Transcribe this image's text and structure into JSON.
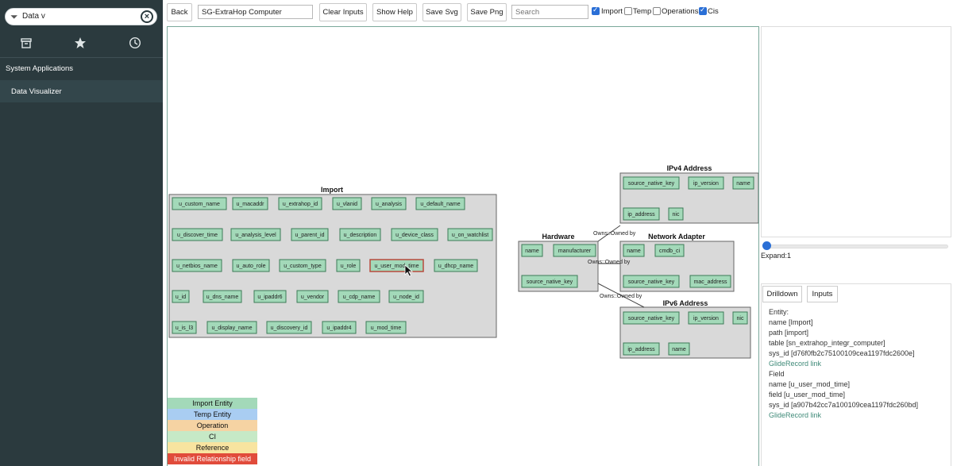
{
  "sidebar": {
    "filter_value": "Data v",
    "nav_icons": [
      "archive-icon",
      "star-icon",
      "clock-icon"
    ],
    "section_title": "System Applications",
    "item_label": "Data Visualizer"
  },
  "toolbar": {
    "back_label": "Back",
    "record_value": "SG-ExtraHop Computer",
    "clear_inputs_label": "Clear Inputs",
    "show_help_label": "Show Help",
    "save_svg_label": "Save Svg",
    "save_png_label": "Save Png",
    "search_placeholder": "Search",
    "checks": [
      {
        "label": "Import",
        "checked": true
      },
      {
        "label": "Temp",
        "checked": false
      },
      {
        "label": "Operations",
        "checked": false
      },
      {
        "label": "Cis",
        "checked": true
      }
    ]
  },
  "diagram": {
    "import_title": "Import",
    "import_rows": [
      [
        "u_custom_name",
        "u_macaddr",
        "u_extrahop_id",
        "u_vlanid",
        "u_analysis",
        "u_default_name"
      ],
      [
        "u_discover_time",
        "u_analysis_level",
        "u_parent_id",
        "u_description",
        "u_device_class",
        "u_on_watchlist"
      ],
      [
        "u_netbios_name",
        "u_auto_role",
        "u_custom_type",
        "u_role",
        "u_user_mod_time",
        "u_dhcp_name"
      ],
      [
        "u_id",
        "u_dns_name",
        "u_ipaddr6",
        "u_vendor",
        "u_cdp_name",
        "u_node_id"
      ],
      [
        "u_is_l3",
        "u_display_name",
        "u_discovery_id",
        "u_ipaddr4",
        "u_mod_time"
      ]
    ],
    "selected_field": "u_user_mod_time",
    "hardware_title": "Hardware",
    "hardware_fields": [
      "name",
      "manufacturer",
      "source_native_key"
    ],
    "ipv4_title": "IPv4 Address",
    "ipv4_fields": [
      "source_native_key",
      "ip_version",
      "name",
      "ip_address",
      "nic"
    ],
    "netadapter_title": "Network Adapter",
    "netadapter_fields": [
      "name",
      "cmdb_ci",
      "source_native_key",
      "mac_address"
    ],
    "ipv6_title": "IPv6 Address",
    "ipv6_fields": [
      "source_native_key",
      "ip_version",
      "nic",
      "ip_address",
      "name"
    ],
    "relation_label": "Owns::Owned by"
  },
  "legend": [
    {
      "label": "Import Entity",
      "color": "#a3d9b9"
    },
    {
      "label": "Temp Entity",
      "color": "#a9cdf2"
    },
    {
      "label": "Operation",
      "color": "#f6d3a3"
    },
    {
      "label": "CI",
      "color": "#c6e9c6"
    },
    {
      "label": "Reference",
      "color": "#f8e4a0"
    },
    {
      "label": "Invalid Relationship field",
      "color": "#e14b3b"
    }
  ],
  "right_panel": {
    "expand_label": "Expand:1",
    "tabs": [
      "Drilldown",
      "Inputs"
    ],
    "details": [
      {
        "text": "Entity:",
        "link": false
      },
      {
        "text": "name [Import]",
        "link": false
      },
      {
        "text": "path [import]",
        "link": false
      },
      {
        "text": "table [sn_extrahop_integr_computer]",
        "link": false
      },
      {
        "text": "sys_id [d76f0fb2c75100109cea1197fdc2600e]",
        "link": false
      },
      {
        "text": "GlideRecord link",
        "link": true
      },
      {
        "text": "Field",
        "link": false
      },
      {
        "text": "name [u_user_mod_time]",
        "link": false
      },
      {
        "text": "field [u_user_mod_time]",
        "link": false
      },
      {
        "text": "sys_id [a907b42cc7a100109cea1197fdc260bd]",
        "link": false
      },
      {
        "text": "GlideRecord link",
        "link": true
      }
    ]
  }
}
